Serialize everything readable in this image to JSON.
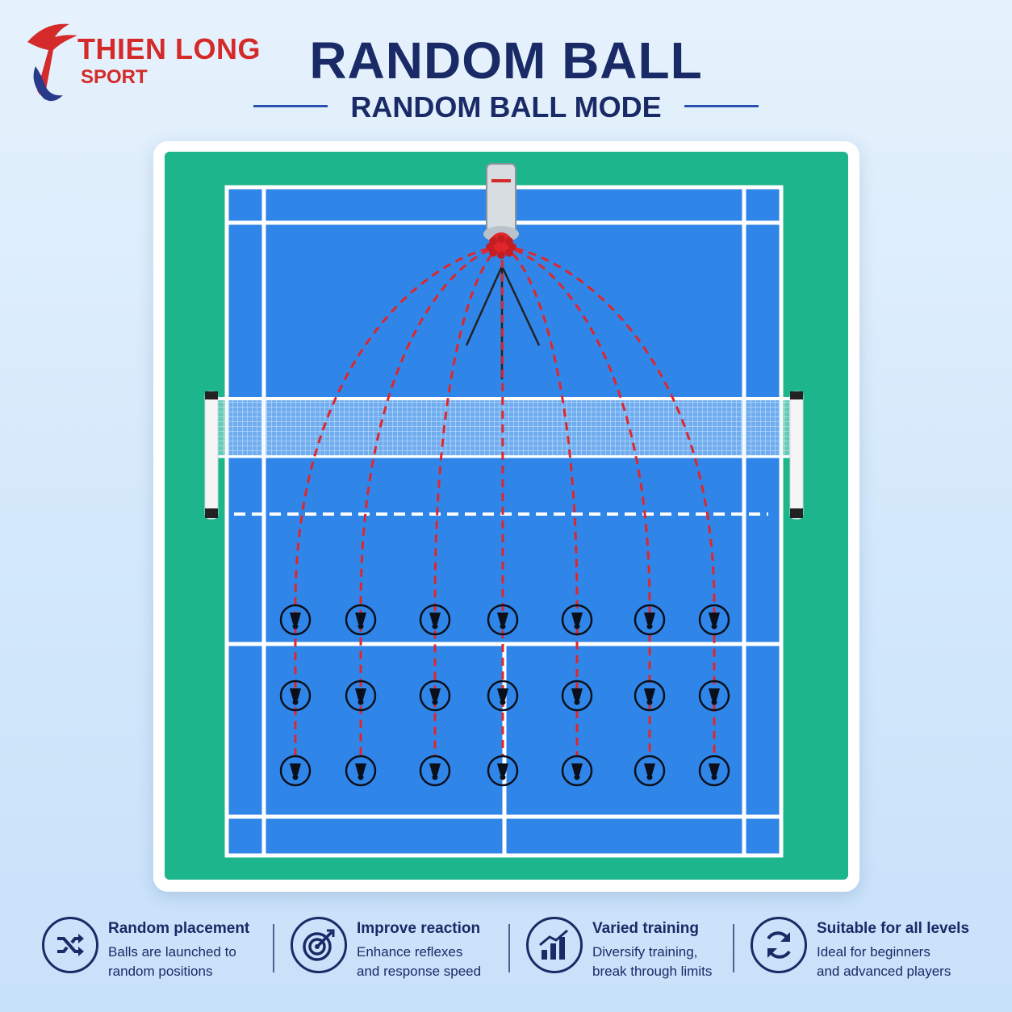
{
  "brand": {
    "name": "THIEN LONG",
    "sub": "SPORT"
  },
  "header": {
    "title": "RANDOM BALL",
    "subtitle": "RANDOM BALL MODE"
  },
  "colors": {
    "navy": "#1a2a66",
    "court_blue": "#2f86e8",
    "surround": "#1db58b",
    "trajectory": "#e0262b",
    "brand_red": "#d42a2a"
  },
  "court": {
    "shuttle_targets": {
      "columns": 7,
      "rows": 3
    }
  },
  "features": [
    {
      "icon": "shuffle-icon",
      "title": "Random placement",
      "desc1": "Balls are launched to",
      "desc2": "random positions"
    },
    {
      "icon": "target-icon",
      "title": "Improve reaction",
      "desc1": "Enhance reflexes",
      "desc2": "and response speed"
    },
    {
      "icon": "bar-chart-icon",
      "title": "Varied training",
      "desc1": "Diversify training,",
      "desc2": "break through limits"
    },
    {
      "icon": "refresh-icon",
      "title": "Suitable for all levels",
      "desc1": "Ideal for beginners",
      "desc2": "and advanced players"
    }
  ]
}
